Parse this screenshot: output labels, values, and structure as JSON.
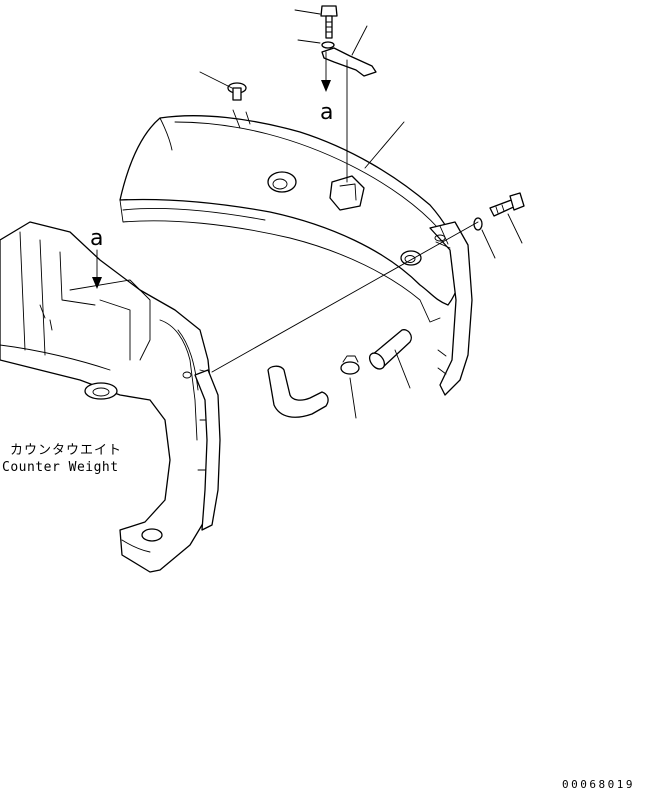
{
  "labels": {
    "view_mark_upper": "a",
    "view_mark_lower": "a",
    "part_name_jp": "カウンタウエイト",
    "part_name_en": "Counter Weight"
  },
  "drawing_number": "00068019"
}
